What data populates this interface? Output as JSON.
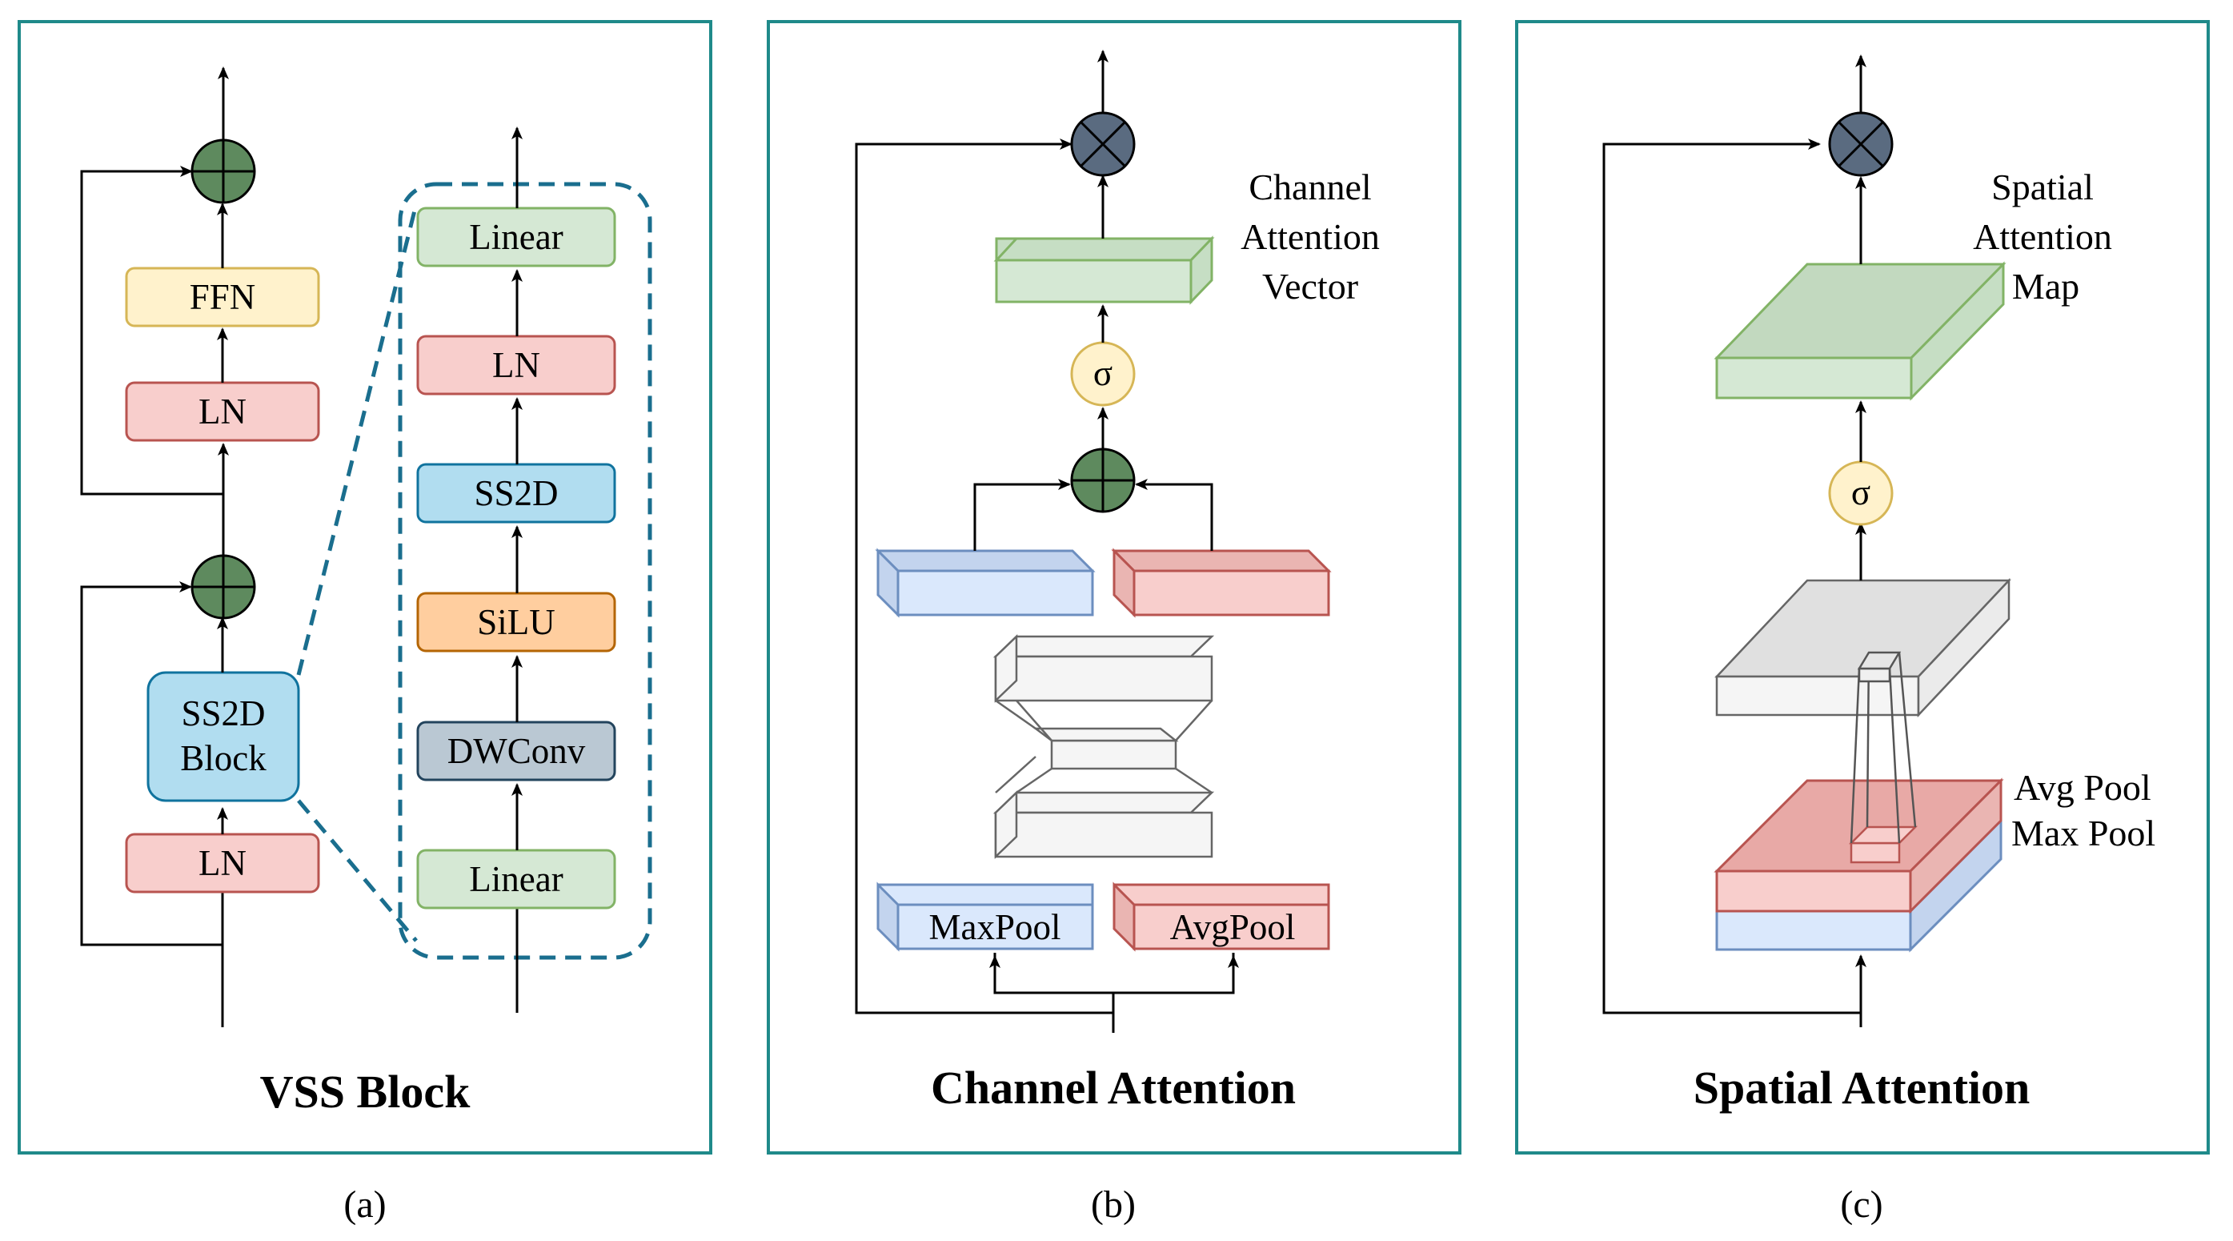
{
  "colors": {
    "frame": "#1f8a8a",
    "green_block": "#d5e8d4",
    "green_stroke": "#82b366",
    "red_block": "#f8cecc",
    "red_stroke": "#b85450",
    "yellow_block": "#fff2cc",
    "yellow_stroke": "#d6b656",
    "blue_block": "#b1ddf0",
    "blue_stroke": "#10739e",
    "orange_block": "#ffce9f",
    "orange_stroke": "#b46504",
    "gray_block": "#bac8d3",
    "gray_stroke": "#23445d",
    "light_blue_block": "#dae8fc",
    "light_blue_stroke": "#6c8ebf",
    "add_node": "#5e8a5e",
    "mul_node": "#5a6b80",
    "sigma_node": "#fff2cc"
  },
  "panel_a": {
    "title": "VSS Block",
    "caption": "(a)",
    "blocks": {
      "ffn": "FFN",
      "ln_top": "LN",
      "ss2d_block_line1": "SS2D",
      "ss2d_block_line2": "Block",
      "ln_bottom": "LN"
    },
    "expanded": {
      "linear_top": "Linear",
      "ln": "LN",
      "ss2d": "SS2D",
      "silu": "SiLU",
      "dwconv": "DWConv",
      "linear_bottom": "Linear"
    }
  },
  "panel_b": {
    "title": "Channel Attention",
    "caption": "(b)",
    "annotation_line1": "Channel",
    "annotation_line2": "Attention",
    "annotation_line3": "Vector",
    "sigma": "σ",
    "maxpool": "MaxPool",
    "avgpool": "AvgPool"
  },
  "panel_c": {
    "title": "Spatial Attention",
    "caption": "(c)",
    "annotation_line1": "Spatial",
    "annotation_line2": "Attention",
    "annotation_line3": "Map",
    "sigma": "σ",
    "avg_pool": "Avg Pool",
    "max_pool": "Max Pool"
  }
}
